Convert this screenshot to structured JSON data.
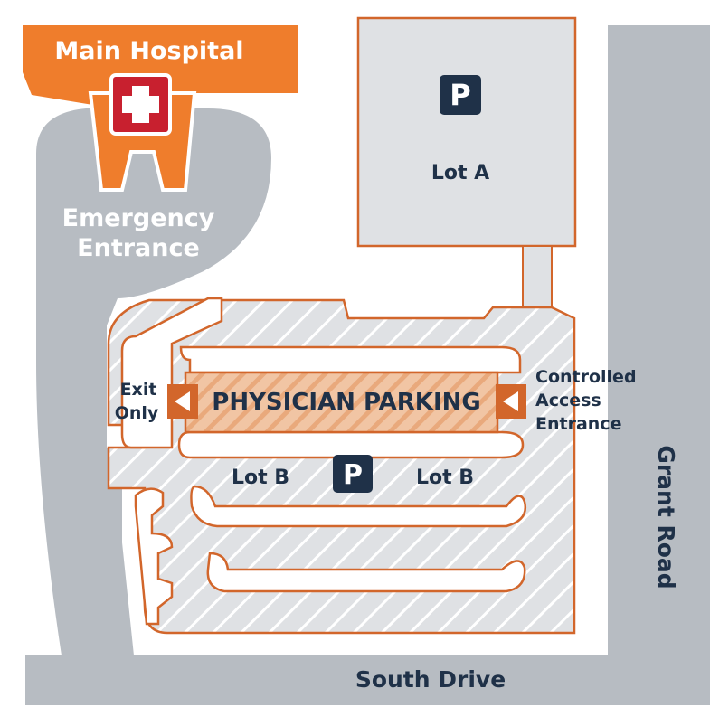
{
  "hospital": {
    "name": "Main Hospital",
    "emergency_line1": "Emergency",
    "emergency_line2": "Entrance"
  },
  "lots": {
    "lot_a": "Lot A",
    "lot_b_left": "Lot B",
    "lot_b_right": "Lot B",
    "parking_symbol": "P"
  },
  "physician": {
    "label": "PHYSICIAN PARKING"
  },
  "entrances": {
    "exit_line1": "Exit",
    "exit_line2": "Only",
    "controlled_line1": "Controlled",
    "controlled_line2": "Access",
    "controlled_line3": "Entrance"
  },
  "roads": {
    "south": "South Drive",
    "grant": "Grant Road"
  },
  "colors": {
    "orange": "#ef7d2c",
    "road_gray": "#b7bcc2",
    "lot_gray": "#dfe1e4",
    "navy": "#1f3148",
    "red_cross": "#c8202f",
    "physician_fill": "#f1c5a4"
  }
}
